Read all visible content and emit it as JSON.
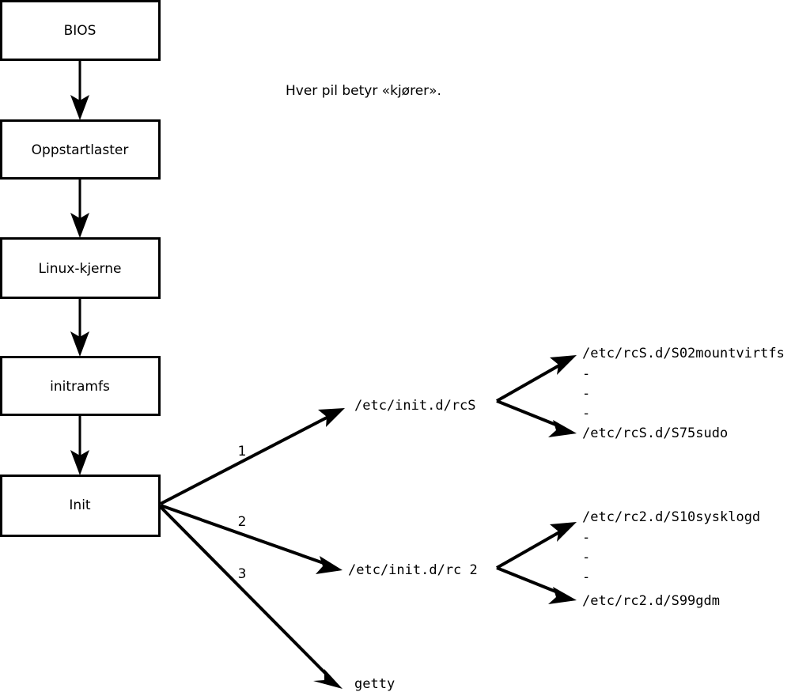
{
  "diagram": {
    "caption": "Hver pil betyr «kjører».",
    "boot_chain": [
      {
        "label": "BIOS"
      },
      {
        "label": "Oppstartlaster"
      },
      {
        "label": "Linux-kjerne"
      },
      {
        "label": "initramfs"
      },
      {
        "label": "Init"
      }
    ],
    "branches": [
      {
        "number": "1",
        "target": "/etc/init.d/rcS"
      },
      {
        "number": "2",
        "target": "/etc/init.d/rc 2"
      },
      {
        "number": "3",
        "target": "getty"
      }
    ],
    "rcs_scripts": {
      "first": "/etc/rcS.d/S02mountvirtfs",
      "ellipsis": [
        "-",
        "-",
        "-"
      ],
      "last": "/etc/rcS.d/S75sudo"
    },
    "rc2_scripts": {
      "first": "/etc/rc2.d/S10sysklogd",
      "ellipsis": [
        "-",
        "-",
        "-"
      ],
      "last": "/etc/rc2.d/S99gdm"
    },
    "colors": {
      "stroke": "#000000",
      "fill": "#ffffff",
      "text": "#000000"
    }
  }
}
